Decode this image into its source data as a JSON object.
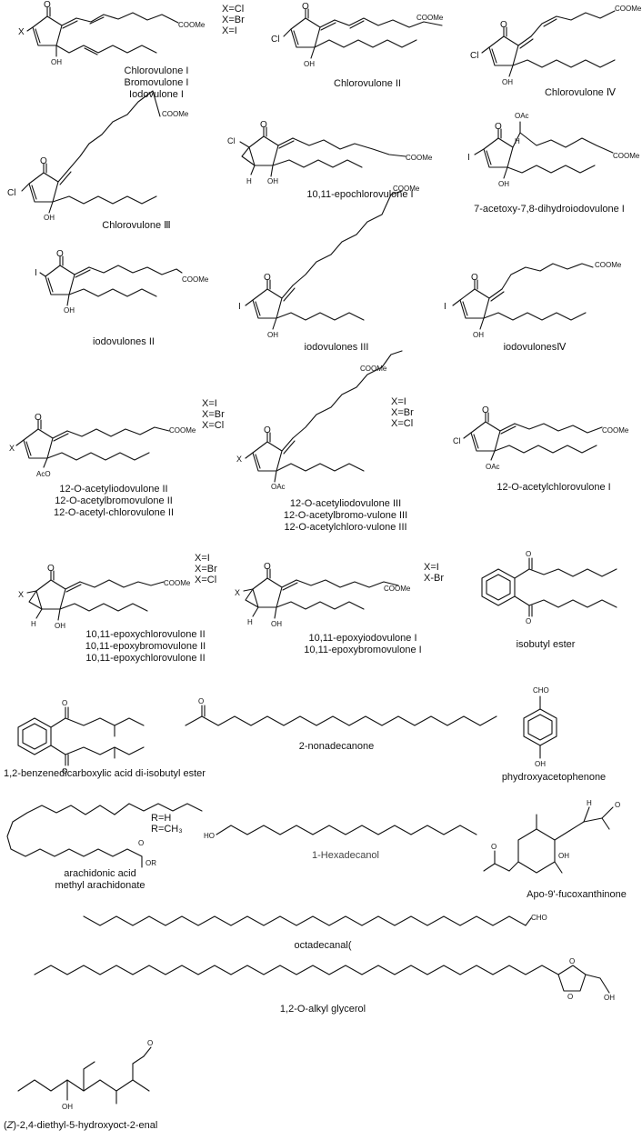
{
  "compounds": [
    {
      "id": "c1",
      "label": [
        "Chlorovulone I",
        "Bromovulone I",
        "Iodovulone I"
      ],
      "subs": [
        "X=Cl",
        "X=Br",
        "X=I"
      ],
      "ring_sub": "X",
      "atoms": {
        "oxo": "O",
        "hydroxy": "OH",
        "ester": "COOMe"
      }
    },
    {
      "id": "c2",
      "label": [
        "Chlorovulone II"
      ],
      "ring_sub": "Cl",
      "atoms": {
        "oxo": "O",
        "hydroxy": "OH",
        "ester": "COOMe"
      }
    },
    {
      "id": "c3",
      "label": [
        "Chlorovulone Ⅳ"
      ],
      "ring_sub": "Cl",
      "atoms": {
        "oxo": "O",
        "hydroxy": "OH",
        "ester": "COOMe"
      }
    },
    {
      "id": "c4",
      "label": [
        "Chlorovulone Ⅲ"
      ],
      "ring_sub": "Cl",
      "atoms": {
        "oxo": "O",
        "hydroxy": "OH",
        "ester": "COOMe"
      }
    },
    {
      "id": "c5",
      "label": [
        "10,11-epochlorovulone I"
      ],
      "ring_sub": "Cl",
      "atoms": {
        "oxo": "O",
        "hydroxy": "OH",
        "ester": "COOMe",
        "h": "H"
      }
    },
    {
      "id": "c6",
      "label": [
        "7-acetoxy-7,8-dihydroiodovulone I"
      ],
      "ring_sub": "I",
      "atoms": {
        "oxo": "O",
        "hydroxy": "OH",
        "ester": "COOMe",
        "h": "H",
        "oac": "OAc"
      }
    },
    {
      "id": "c7",
      "label": [
        "iodovulones II"
      ],
      "ring_sub": "I",
      "atoms": {
        "oxo": "O",
        "hydroxy": "OH",
        "ester": "COOMe"
      }
    },
    {
      "id": "c8",
      "label": [
        "iodovulones III"
      ],
      "ring_sub": "I",
      "atoms": {
        "oxo": "O",
        "hydroxy": "OH",
        "ester": "COOMe"
      }
    },
    {
      "id": "c9",
      "label": [
        "iodovulonesⅣ"
      ],
      "ring_sub": "I",
      "atoms": {
        "oxo": "O",
        "hydroxy": "OH",
        "ester": "COOMe"
      }
    },
    {
      "id": "c10",
      "label": [
        "12-O-acetyliodovulone II",
        "12-O-acetylbromovulone II",
        "12-O-acetyl-chlorovulone II"
      ],
      "subs": [
        "X=I",
        "X=Br",
        "X=Cl"
      ],
      "ring_sub": "X",
      "atoms": {
        "oxo": "O",
        "oac": "AcO",
        "ester": "COOMe"
      }
    },
    {
      "id": "c11",
      "label": [
        "12-O-acetyliodovulone III",
        "12-O-acetylbromo-vulone III",
        "12-O-acetylchloro-vulone III"
      ],
      "subs": [
        "X=I",
        "X=Br",
        "X=Cl"
      ],
      "ring_sub": "X",
      "atoms": {
        "oxo": "O",
        "oac": "OAc",
        "ester": "COOMe"
      }
    },
    {
      "id": "c12",
      "label": [
        "12-O-acetylchlorovulone I"
      ],
      "ring_sub": "Cl",
      "atoms": {
        "oxo": "O",
        "oac": "OAc",
        "ester": "COOMe"
      }
    },
    {
      "id": "c13",
      "label": [
        "10,11-epoxychlorovulone II",
        "10,11-epoxybromovulone II",
        "10,11-epoxychlorovulone II"
      ],
      "subs": [
        "X=I",
        "X=Br",
        "X=Cl"
      ],
      "ring_sub": "X",
      "atoms": {
        "oxo": "O",
        "hydroxy": "OH",
        "ester": "COOMe",
        "h": "H"
      }
    },
    {
      "id": "c14",
      "label": [
        "10,11-epoxyiodovulone I",
        "10,11-epoxybromovulone I"
      ],
      "subs": [
        "X=I",
        "X-Br"
      ],
      "ring_sub": "X",
      "atoms": {
        "oxo": "O",
        "hydroxy": "OH",
        "ester": "COOMe",
        "h": "H"
      }
    },
    {
      "id": "c15",
      "label": [
        "isobutyl ester"
      ],
      "atoms": {
        "o": "O"
      }
    },
    {
      "id": "c16",
      "label": [
        "1,2-benzenedicarboxylic acid di-isobutyl ester"
      ],
      "atoms": {
        "o": "O"
      }
    },
    {
      "id": "c17",
      "label": [
        "2-nonadecanone"
      ],
      "atoms": {
        "o": "O"
      }
    },
    {
      "id": "c18",
      "label": [
        "phydroxyacetophenone"
      ],
      "atoms": {
        "cho": "CHO",
        "oh": "OH"
      }
    },
    {
      "id": "c19",
      "label": [
        "arachidonic acid",
        "methyl arachidonate"
      ],
      "subs": [
        "R=H",
        "R=CH₃"
      ],
      "atoms": {
        "o": "O",
        "or": "OR"
      }
    },
    {
      "id": "c20",
      "label": [
        "1-Hexadecanol"
      ],
      "atoms": {
        "ho": "HO"
      }
    },
    {
      "id": "c21",
      "label": [
        "Apo-9'-fucoxanthinone"
      ],
      "atoms": {
        "o": "O",
        "oh": "OH",
        "h": "H"
      }
    },
    {
      "id": "c22",
      "label": [
        "octadecanal("
      ],
      "atoms": {
        "cho": "CHO"
      }
    },
    {
      "id": "c23",
      "label": [
        "1,2-O-alkyl glycerol"
      ],
      "atoms": {
        "o": "O",
        "oh": "OH"
      }
    },
    {
      "id": "c24",
      "label_prefix": "(",
      "label_italic": "Z",
      "label_rest": ")-2,4-diethyl-5-hydroxyoct-2-enal",
      "atoms": {
        "o": "O",
        "oh": "OH"
      }
    }
  ]
}
